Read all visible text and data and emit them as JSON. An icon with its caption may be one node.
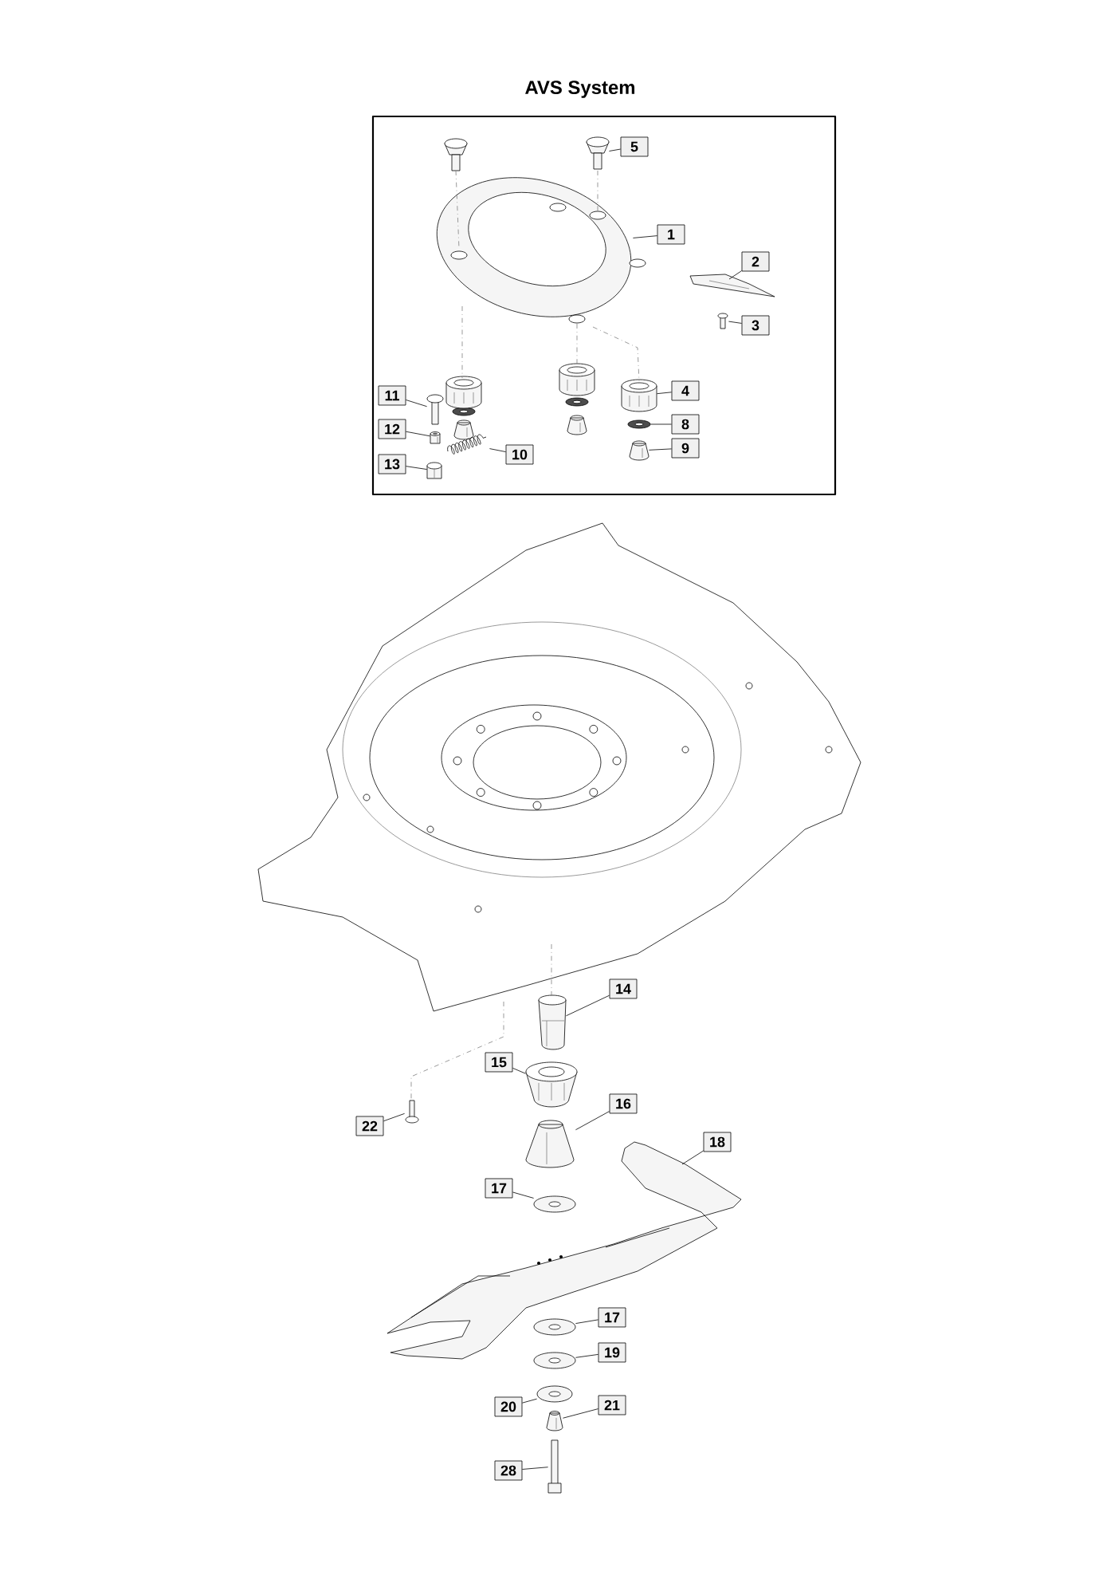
{
  "diagram": {
    "nodes": [
      {
        "text": [
          "AVS System"
        ]
      },
      {
        "text": [
          "5"
        ],
        "in": 0
      },
      {
        "text": [
          "1"
        ],
        "in": 0
      },
      {
        "text": [
          "2"
        ],
        "in": 0
      },
      {
        "text": [
          "3"
        ],
        "in": 0
      },
      {
        "text": [
          "4"
        ],
        "in": 0
      },
      {
        "text": [
          "11"
        ],
        "in": 0
      },
      {
        "text": [
          "8"
        ],
        "in": 0
      },
      {
        "text": [
          "12"
        ],
        "in": 0
      },
      {
        "text": [
          "9"
        ],
        "in": 0
      },
      {
        "text": [
          "10"
        ],
        "in": 0
      },
      {
        "text": [
          "13"
        ],
        "in": 0
      },
      {
        "text": [
          "14"
        ]
      },
      {
        "text": [
          "15"
        ]
      },
      {
        "text": [
          "16"
        ]
      },
      {
        "text": [
          "22"
        ]
      },
      {
        "text": [
          "18"
        ]
      },
      {
        "text": [
          "17"
        ]
      },
      {
        "text": [
          "17"
        ]
      },
      {
        "text": [
          "19"
        ]
      },
      {
        "text": [
          "21"
        ]
      },
      {
        "text": [
          "20"
        ]
      },
      {
        "text": [
          "28"
        ]
      },
      {
        "text": [],
        "shape": "picture",
        "in": 0
      },
      {
        "text": [],
        "shape": "picture",
        "in": 0
      },
      {
        "text": [],
        "shape": "picture",
        "in": 0
      },
      {
        "text": [],
        "shape": "picture",
        "in": 0
      },
      {
        "text": [],
        "shape": "picture",
        "in": 0
      },
      {
        "text": [],
        "shape": "picture",
        "in": 0
      },
      {
        "text": [],
        "shape": "picture",
        "in": 0
      },
      {
        "text": [],
        "shape": "picture",
        "in": 0
      },
      {
        "text": [],
        "shape": "picture",
        "in": 0
      },
      {
        "text": [],
        "shape": "picture",
        "in": 0
      },
      {
        "text": [],
        "shape": "picture",
        "in": 0
      },
      {
        "text": [],
        "shape": "picture"
      },
      {
        "text": [],
        "shape": "picture"
      },
      {
        "text": [],
        "shape": "picture"
      },
      {
        "text": [],
        "shape": "picture"
      },
      {
        "text": [],
        "shape": "picture"
      },
      {
        "text": [],
        "shape": "picture"
      },
      {
        "text": [],
        "shape": "picture"
      },
      {
        "text": [],
        "shape": "picture"
      },
      {
        "text": [],
        "shape": "picture"
      },
      {
        "text": [],
        "shape": "picture"
      },
      {
        "text": [],
        "shape": "picture"
      },
      {
        "text": [],
        "shape": "picture",
        "in": 0
      },
      {
        "text": [],
        "shape": "picture",
        "in": 0
      },
      {
        "text": [],
        "shape": "picture",
        "in": 0
      },
      {
        "text": [],
        "shape": "picture"
      }
    ],
    "edges": [
      {
        "from": 1,
        "to": 23,
        "arrow": "none"
      },
      {
        "from": 2,
        "to": 24,
        "arrow": "none"
      },
      {
        "from": 3,
        "to": 25,
        "arrow": "none"
      },
      {
        "from": 4,
        "to": 26,
        "arrow": "none"
      },
      {
        "from": 5,
        "to": 27,
        "arrow": "none"
      },
      {
        "from": 6,
        "to": 28,
        "arrow": "none"
      },
      {
        "from": 7,
        "to": 29,
        "arrow": "none"
      },
      {
        "from": 8,
        "to": 30,
        "arrow": "none"
      },
      {
        "from": 9,
        "to": 31,
        "arrow": "none"
      },
      {
        "from": 10,
        "to": 32,
        "arrow": "none"
      },
      {
        "from": 11,
        "to": 33,
        "arrow": "none"
      },
      {
        "from": 12,
        "to": 34,
        "arrow": "none"
      },
      {
        "from": 13,
        "to": 35,
        "arrow": "none"
      },
      {
        "from": 14,
        "to": 36,
        "arrow": "none"
      },
      {
        "from": 15,
        "to": 37,
        "arrow": "none"
      },
      {
        "from": 16,
        "to": 38,
        "arrow": "none"
      },
      {
        "from": 17,
        "to": 39,
        "arrow": "none"
      },
      {
        "from": 18,
        "to": 40,
        "arrow": "none"
      },
      {
        "from": 19,
        "to": 41,
        "arrow": "none"
      },
      {
        "from": 20,
        "to": 42,
        "arrow": "none"
      },
      {
        "from": 21,
        "to": 43,
        "arrow": "none"
      },
      {
        "from": 22,
        "to": 44,
        "arrow": "none"
      },
      {
        "from": 45,
        "to": 24,
        "arrow": "none",
        "style": "dashed",
        "color": "#808080"
      },
      {
        "from": 24,
        "to": 46,
        "arrow": "none",
        "style": "dashed",
        "color": "#808080"
      },
      {
        "from": 23,
        "to": 24,
        "arrow": "none",
        "style": "dashed",
        "color": "#808080"
      },
      {
        "from": 24,
        "to": 47,
        "arrow": "none",
        "style": "dashed",
        "color": "#808080"
      },
      {
        "from": 24,
        "to": 27,
        "arrow": "none",
        "style": "dashed",
        "color": "#808080"
      },
      {
        "from": 48,
        "to": 34,
        "arrow": "none",
        "style": "dashed",
        "color": "#808080"
      },
      {
        "from": 48,
        "to": 37,
        "arrow": "none",
        "style": "dashed",
        "color": "#808080"
      }
    ]
  }
}
